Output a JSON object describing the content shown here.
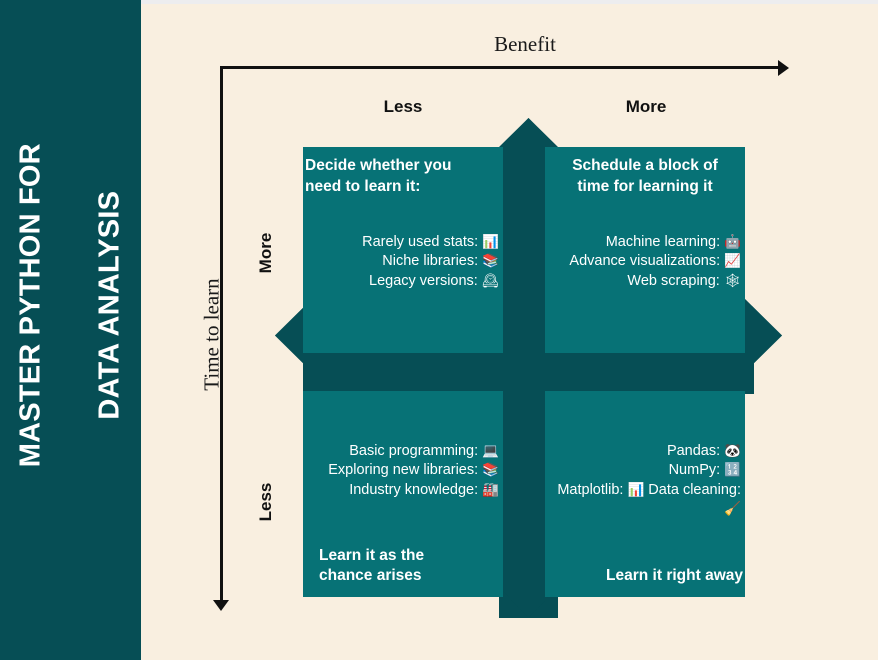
{
  "title": {
    "line1": "MASTER PYTHON FOR",
    "line2": "DATA ANALYSIS"
  },
  "axes": {
    "x_label": "Benefit",
    "y_label": "Time to learn",
    "x_ticks": [
      "Less",
      "More"
    ],
    "y_ticks": [
      "More",
      "Less"
    ]
  },
  "colors": {
    "background": "#F9EFE0",
    "sidebar": "#064E55",
    "cross": "#064E55",
    "quadrant": "#077276",
    "text_light": "#FFFFFF",
    "axis": "#111111"
  },
  "quadrants": {
    "top_left": {
      "position": "More time to learn / Less benefit",
      "heading": "Decide whether you\nneed to learn it:",
      "items": [
        {
          "label": "Rarely used stats:",
          "icon": "📊",
          "icon_name": "bar-chart-emoji"
        },
        {
          "label": "Niche libraries:",
          "icon": "📚",
          "icon_name": "books-emoji"
        },
        {
          "label": "Legacy versions:",
          "icon": "🕰",
          "icon_name": "mantelpiece-clock-emoji"
        }
      ],
      "footer": ""
    },
    "top_right": {
      "position": "More time to learn / More benefit",
      "heading": "Schedule a block of\ntime for learning it",
      "items": [
        {
          "label": "Machine learning:",
          "icon": "🤖",
          "icon_name": "robot-emoji"
        },
        {
          "label": "Advance visualizations:",
          "icon": "📈",
          "icon_name": "chart-increasing-emoji"
        },
        {
          "label": "Web scraping:",
          "icon": "🕸",
          "icon_name": "spider-web-emoji"
        }
      ],
      "footer": ""
    },
    "bottom_left": {
      "position": "Less time to learn / Less benefit",
      "heading": "",
      "items": [
        {
          "label": "Basic programming:",
          "icon": "💻",
          "icon_name": "laptop-emoji"
        },
        {
          "label": "Exploring new libraries:",
          "icon": "📚",
          "icon_name": "books-emoji"
        },
        {
          "label": "Industry knowledge:",
          "icon": "🏭",
          "icon_name": "factory-emoji"
        }
      ],
      "footer": "Learn it as the\nchance arises"
    },
    "bottom_right": {
      "position": "Less time to learn / More benefit",
      "heading": "",
      "items": [
        {
          "label": "Pandas:",
          "icon": "🐼",
          "icon_name": "panda-emoji"
        },
        {
          "label": "NumPy:",
          "icon": "🔢",
          "icon_name": "input-numbers-emoji"
        },
        {
          "label": "Matplotlib:",
          "icon": "📊",
          "icon_name": "bar-chart-emoji"
        },
        {
          "label": "Data cleaning:",
          "icon": "🧹",
          "icon_name": "broom-emoji"
        }
      ],
      "footer": "Learn it right away"
    }
  }
}
